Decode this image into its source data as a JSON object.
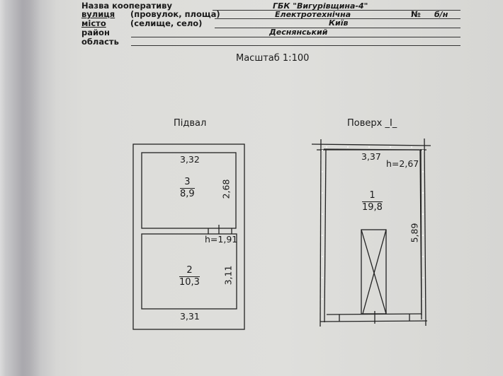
{
  "header": {
    "cooperative_label": "Назва кооперативу",
    "cooperative_value": "ГБК \"Вигурівщина-4\"",
    "street_label": "вулиця",
    "street_hint": "(провулок, площа)",
    "street_value": "Електротехнічна",
    "number_label": "№",
    "number_value": "б/н",
    "city_label": "місто",
    "city_hint": "(селище, село)",
    "city_value": "Київ",
    "district_label": "район",
    "district_value": "Деснянський",
    "region_label": "область",
    "region_value": ""
  },
  "scale": "Масштаб 1:100",
  "basement": {
    "title": "Підвал",
    "rooms": [
      {
        "number": "3",
        "area": "8,9",
        "width": "3,32",
        "length": "2,68"
      },
      {
        "number": "2",
        "area": "10,3",
        "width": "3,31",
        "length": "3,11"
      }
    ],
    "height": "h=1,91"
  },
  "floor": {
    "title": "Поверх _І_",
    "rooms": [
      {
        "number": "1",
        "area": "19,8",
        "width": "3,37",
        "length": "5,89"
      }
    ],
    "height": "h=2,67"
  }
}
